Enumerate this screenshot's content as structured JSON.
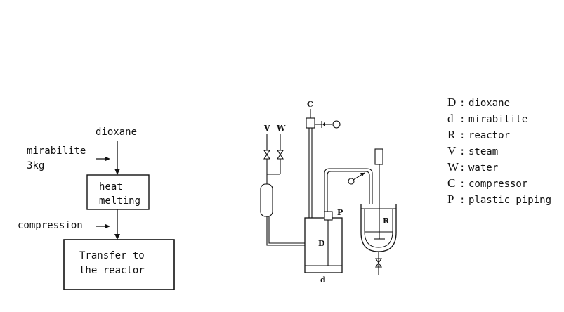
{
  "flowchart": {
    "input_dioxane": "dioxane",
    "input_mirabilite_line1": "mirabilite",
    "input_mirabilite_line2": "3kg",
    "step_heat_line1": "heat",
    "step_heat_line2": "melting",
    "input_compression": "compression",
    "step_transfer_line1": "Transfer to",
    "step_transfer_line2": "the reactor"
  },
  "apparatus": {
    "label_c": "C",
    "label_v": "V",
    "label_w": "W",
    "label_p": "P",
    "label_D": "D",
    "label_d": "d",
    "label_R": "R"
  },
  "legend": [
    {
      "letter": "D",
      "text": "dioxane"
    },
    {
      "letter": "d",
      "text": "mirabilite"
    },
    {
      "letter": "R",
      "text": "reactor"
    },
    {
      "letter": "V",
      "text": "steam"
    },
    {
      "letter": "W",
      "text": "water"
    },
    {
      "letter": "C",
      "text": "compressor"
    },
    {
      "letter": "P",
      "text": "plastic piping"
    }
  ],
  "legend_separator": ":"
}
